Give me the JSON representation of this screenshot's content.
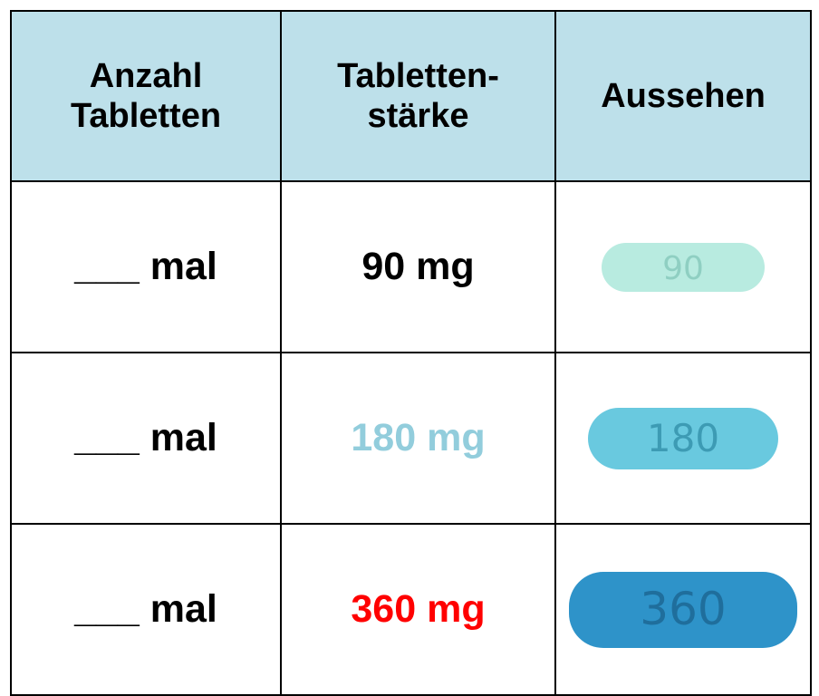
{
  "header": {
    "count_line1": "Anzahl",
    "count_line2": "Tabletten",
    "strength_line1": "Tabletten-",
    "strength_line2": "stärke",
    "look": "Aussehen"
  },
  "rows": [
    {
      "count": "___ mal",
      "strength": "90 mg",
      "strength_color": "#000000",
      "pill_imprint": "90",
      "pill_color": "#b8ebe0",
      "pill_text_color": "#8fcfc2"
    },
    {
      "count": "___ mal",
      "strength": "180 mg",
      "strength_color": "#92cddc",
      "pill_imprint": "180",
      "pill_color": "#69c9df",
      "pill_text_color": "#3d9bb4"
    },
    {
      "count": "___ mal",
      "strength": "360 mg",
      "strength_color": "#ff0000",
      "pill_imprint": "360",
      "pill_color": "#2e93c9",
      "pill_text_color": "#1f6e9c"
    }
  ],
  "colors": {
    "header_bg": "#bde0ea",
    "border": "#000000"
  }
}
